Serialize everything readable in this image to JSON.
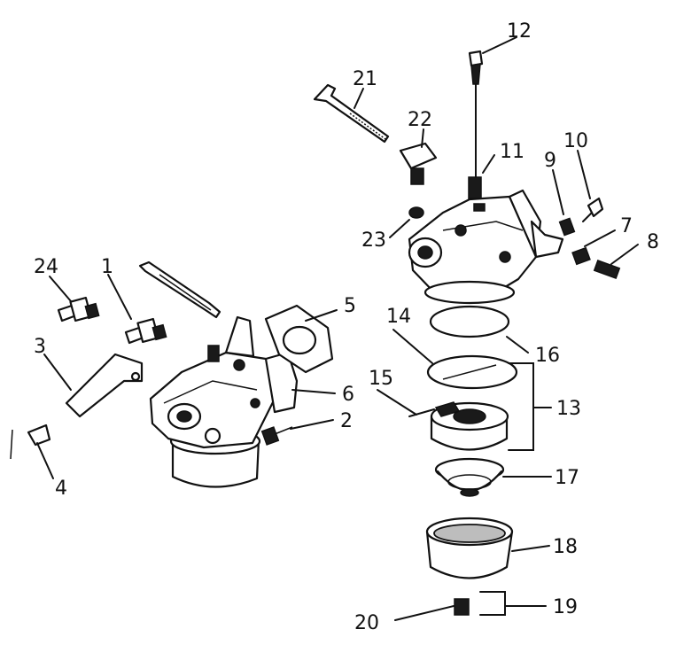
{
  "callouts": [
    {
      "id": "1",
      "text": "1"
    },
    {
      "id": "2",
      "text": "2"
    },
    {
      "id": "3",
      "text": "3"
    },
    {
      "id": "4",
      "text": "4"
    },
    {
      "id": "5",
      "text": "5"
    },
    {
      "id": "6",
      "text": "6"
    },
    {
      "id": "7",
      "text": "7"
    },
    {
      "id": "8",
      "text": "8"
    },
    {
      "id": "9",
      "text": "9"
    },
    {
      "id": "10",
      "text": "10"
    },
    {
      "id": "11",
      "text": "11"
    },
    {
      "id": "12",
      "text": "12"
    },
    {
      "id": "13",
      "text": "13"
    },
    {
      "id": "14",
      "text": "14"
    },
    {
      "id": "15",
      "text": "15"
    },
    {
      "id": "16",
      "text": "16"
    },
    {
      "id": "17",
      "text": "17"
    },
    {
      "id": "18",
      "text": "18"
    },
    {
      "id": "19",
      "text": "19"
    },
    {
      "id": "20",
      "text": "20"
    },
    {
      "id": "21",
      "text": "21"
    },
    {
      "id": "22",
      "text": "22"
    },
    {
      "id": "23",
      "text": "23"
    },
    {
      "id": "24",
      "text": "24"
    }
  ],
  "colors": {
    "line": "#111111",
    "background": "#ffffff",
    "shade": "#bdbdbd"
  }
}
